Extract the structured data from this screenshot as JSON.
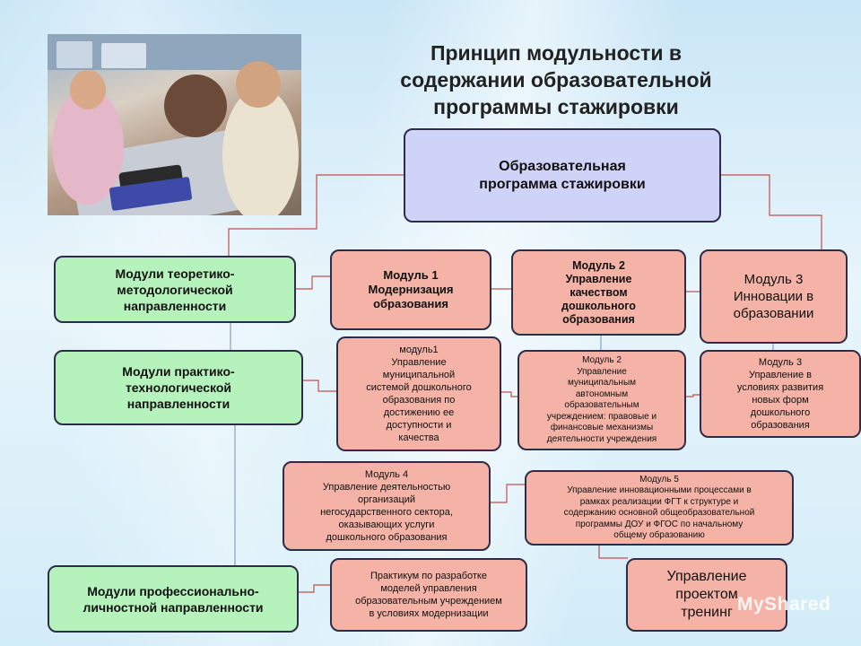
{
  "title": {
    "lines": [
      "Принцип модульности в",
      "содержании образовательной",
      "программы стажировки"
    ]
  },
  "root": {
    "lines": [
      "Образовательная",
      "программа стажировки"
    ]
  },
  "categories": {
    "theory": {
      "lines": [
        "Модули теоретико-",
        "методологической",
        "направленности"
      ]
    },
    "practice": {
      "lines": [
        "Модули практико-",
        "технологической",
        "направленности"
      ]
    },
    "personal": {
      "lines": [
        "Модули профессионально-",
        "личностной направленности"
      ]
    }
  },
  "theory_modules": {
    "m1": {
      "lines": [
        "Модуль 1",
        "Модернизация",
        "образования"
      ]
    },
    "m2": {
      "lines": [
        "Модуль 2",
        "Управление",
        "качеством",
        "дошкольного",
        "образования"
      ]
    },
    "m3": {
      "lines": [
        "Модуль 3",
        "Инновации в",
        "образовании"
      ]
    }
  },
  "practice_modules": {
    "m1": {
      "lines": [
        "модуль1",
        "Управление",
        "муниципальной",
        "системой дошкольного",
        "образования по",
        "достижению ее",
        "доступности и",
        "качества"
      ]
    },
    "m2": {
      "lines": [
        "Модуль 2",
        "Управление",
        "муниципальным",
        "автономным",
        "образовательным",
        "учреждением: правовые и",
        "финансовые механизмы",
        "деятельности учреждения"
      ]
    },
    "m3": {
      "lines": [
        "Модуль 3",
        "Управление в",
        "условиях развития",
        "новых форм",
        "дошкольного",
        "образования"
      ]
    },
    "m4": {
      "lines": [
        "Модуль 4",
        "Управление деятельностью",
        "организаций",
        "негосударственного сектора,",
        "оказывающих услуги",
        "дошкольного образования"
      ]
    },
    "m5": {
      "lines": [
        "Модуль 5",
        "Управление инновационными процессами в",
        "рамках реализации ФГТ к структуре и",
        "содержанию основной общеобразовательной",
        "программы ДОУ и ФГОС по начальному",
        "общему образованию"
      ]
    }
  },
  "personal_modules": {
    "workshop": {
      "lines": [
        "Практикум по разработке",
        "моделей управления",
        "образовательным учреждением",
        "в условиях модернизации"
      ]
    },
    "training": {
      "lines": [
        "Управление",
        "проектом",
        "тренинг"
      ]
    }
  },
  "watermark": "MyShared",
  "colors": {
    "green": "#b6f3bc",
    "pink": "#f4b3a6",
    "lavender": "#cfd3f7",
    "connector": "#c0504d"
  }
}
